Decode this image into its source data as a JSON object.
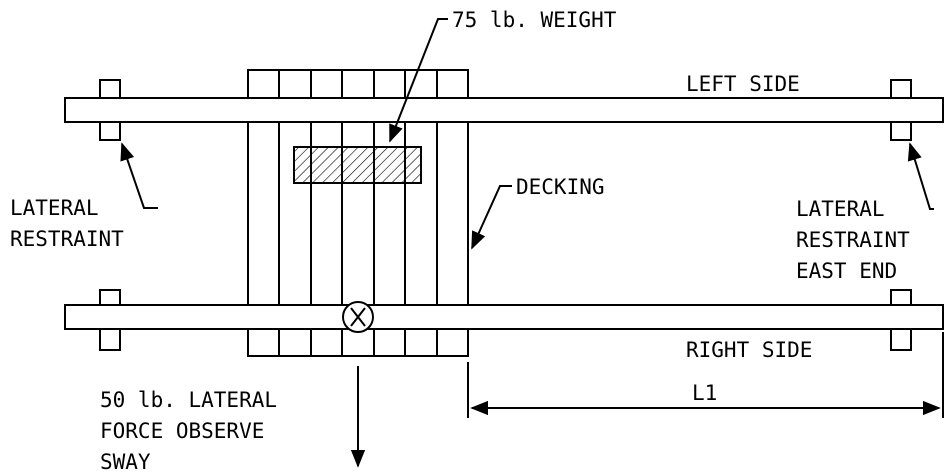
{
  "labels": {
    "weight": "75 lb. WEIGHT",
    "left_side": "LEFT SIDE",
    "right_side": "RIGHT SIDE",
    "decking": "DECKING",
    "lateral_restraint_left": {
      "line1": "LATERAL",
      "line2": "RESTRAINT"
    },
    "lateral_restraint_right": {
      "line1": "LATERAL",
      "line2": "RESTRAINT",
      "line3": "EAST END"
    },
    "lateral_force": {
      "line1": "50 lb. LATERAL",
      "line2": "FORCE OBSERVE",
      "line3": "SWAY"
    },
    "dimension": "L1"
  },
  "colors": {
    "stroke": "#000000",
    "background": "#ffffff"
  }
}
